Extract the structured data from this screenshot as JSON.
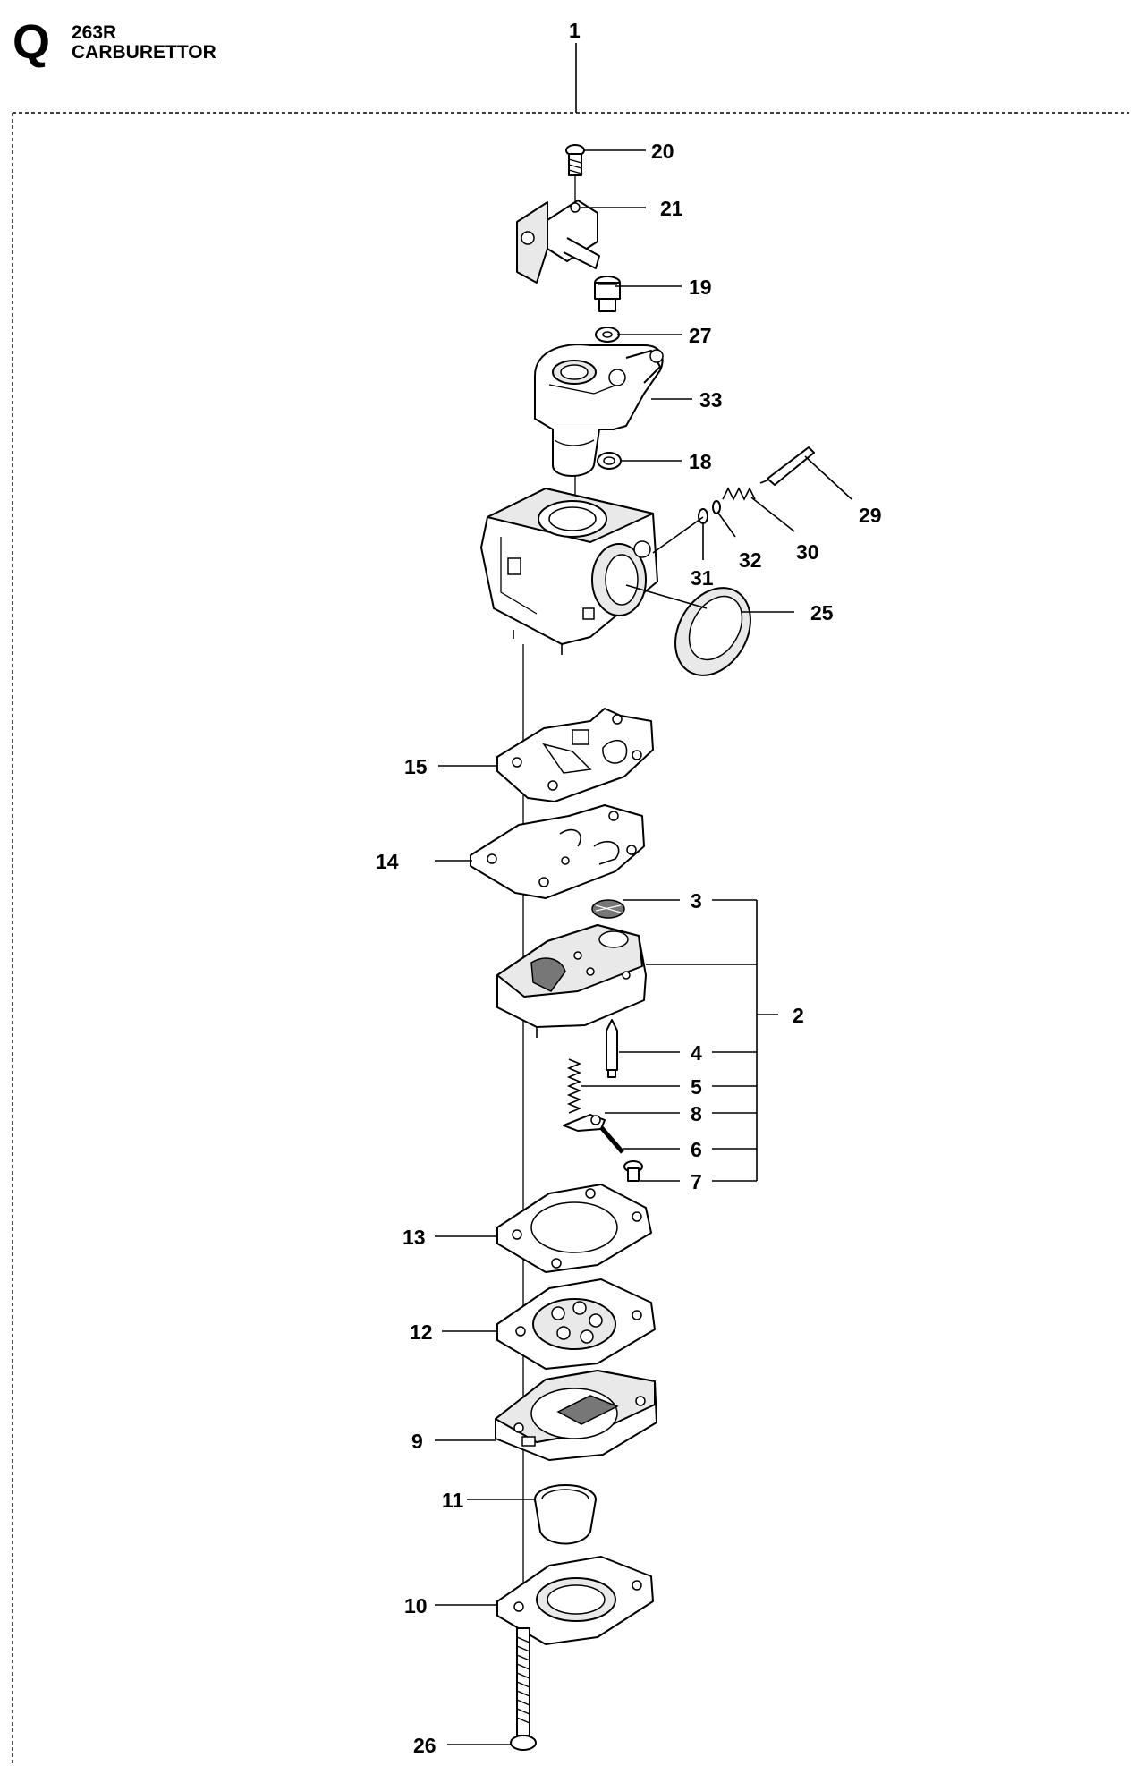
{
  "header": {
    "section_letter": "Q",
    "model": "263R",
    "title": "CARBURETTOR"
  },
  "callouts": {
    "c1": "1",
    "c20": "20",
    "c21": "21",
    "c19": "19",
    "c27": "27",
    "c33": "33",
    "c18": "18",
    "c29": "29",
    "c30": "30",
    "c32": "32",
    "c31": "31",
    "c25": "25",
    "c15": "15",
    "c14": "14",
    "c3": "3",
    "c2": "2",
    "c4": "4",
    "c5": "5",
    "c8": "8",
    "c6": "6",
    "c7": "7",
    "c13": "13",
    "c12": "12",
    "c9": "9",
    "c11": "11",
    "c10": "10",
    "c26": "26"
  }
}
